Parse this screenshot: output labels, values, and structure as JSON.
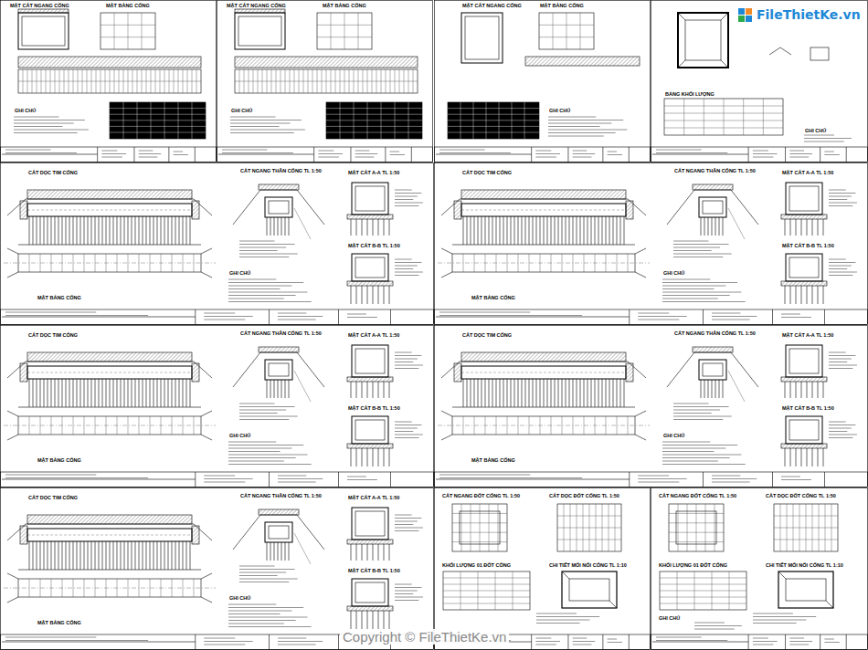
{
  "diagram": {
    "nodes": [
      {
        "text": [
          "FileThietKe.vn"
        ]
      }
    ],
    "edges": [],
    "labels": [
      "MẶT CẮT NGANG CỐNG",
      "MẶT BẰNG CỐNG",
      "GHI CHÚ",
      "MẶT CẮT NGANG CỐNG",
      "MẶT BẰNG CỐNG",
      "GHI CHÚ",
      "MẶT CẮT NGANG CỐNG",
      "MẶT BẰNG CỐNG",
      "GHI CHÚ",
      "BẢNG KHỐI LƯỢNG",
      "GHI CHÚ",
      "CẮT DỌC TIM CỐNG",
      "MẶT BẰNG CỐNG",
      "CẮT NGANG THÂN CỐNG TL 1:50",
      "MẶT CẮT A-A TL 1:50",
      "MẶT CẮT B-B TL 1:50",
      "GHI CHÚ",
      "CẮT DỌC TIM CỐNG",
      "MẶT BẰNG CỐNG",
      "CẮT NGANG THÂN CỐNG TL 1:50",
      "MẶT CẮT A-A TL 1:50",
      "MẶT CẮT B-B TL 1:50",
      "GHI CHÚ",
      "CẮT DỌC TIM CỐNG",
      "MẶT BẰNG CỐNG",
      "CẮT NGANG THÂN CỐNG TL 1:50",
      "MẶT CẮT A-A TL 1:50",
      "MẶT CẮT B-B TL 1:50",
      "GHI CHÚ",
      "CẮT DỌC TIM CỐNG",
      "MẶT BẰNG CỐNG",
      "CẮT NGANG THÂN CỐNG TL 1:50",
      "MẶT CẮT A-A TL 1:50",
      "MẶT CẮT B-B TL 1:50",
      "GHI CHÚ",
      "CẮT DỌC TIM CỐNG",
      "MẶT BẰNG CỐNG",
      "CẮT NGANG THÂN CỐNG TL 1:50",
      "MẶT CẮT A-A TL 1:50",
      "MẶT CẮT B-B TL 1:50",
      "GHI CHÚ",
      "CẮT NGANG ĐỐT CỐNG TL 1:50",
      "CẮT DỌC ĐỐT CỐNG TL 1:50",
      "KHỐI LƯỢNG 01 ĐỐT CỐNG",
      "CHI TIẾT MỐI NỐI CỐNG TL 1:10",
      "CẮT NGANG ĐỐT CỐNG TL 1:50",
      "CẮT DỌC ĐỐT CỐNG TL 1:50",
      "KHỐI LƯỢNG 01 ĐỐT CỐNG",
      "CHI TIẾT MỐI NỐI CỐNG TL 1:10",
      "GHI CHÚ",
      "Copyright © FileThietKe.vn"
    ]
  }
}
